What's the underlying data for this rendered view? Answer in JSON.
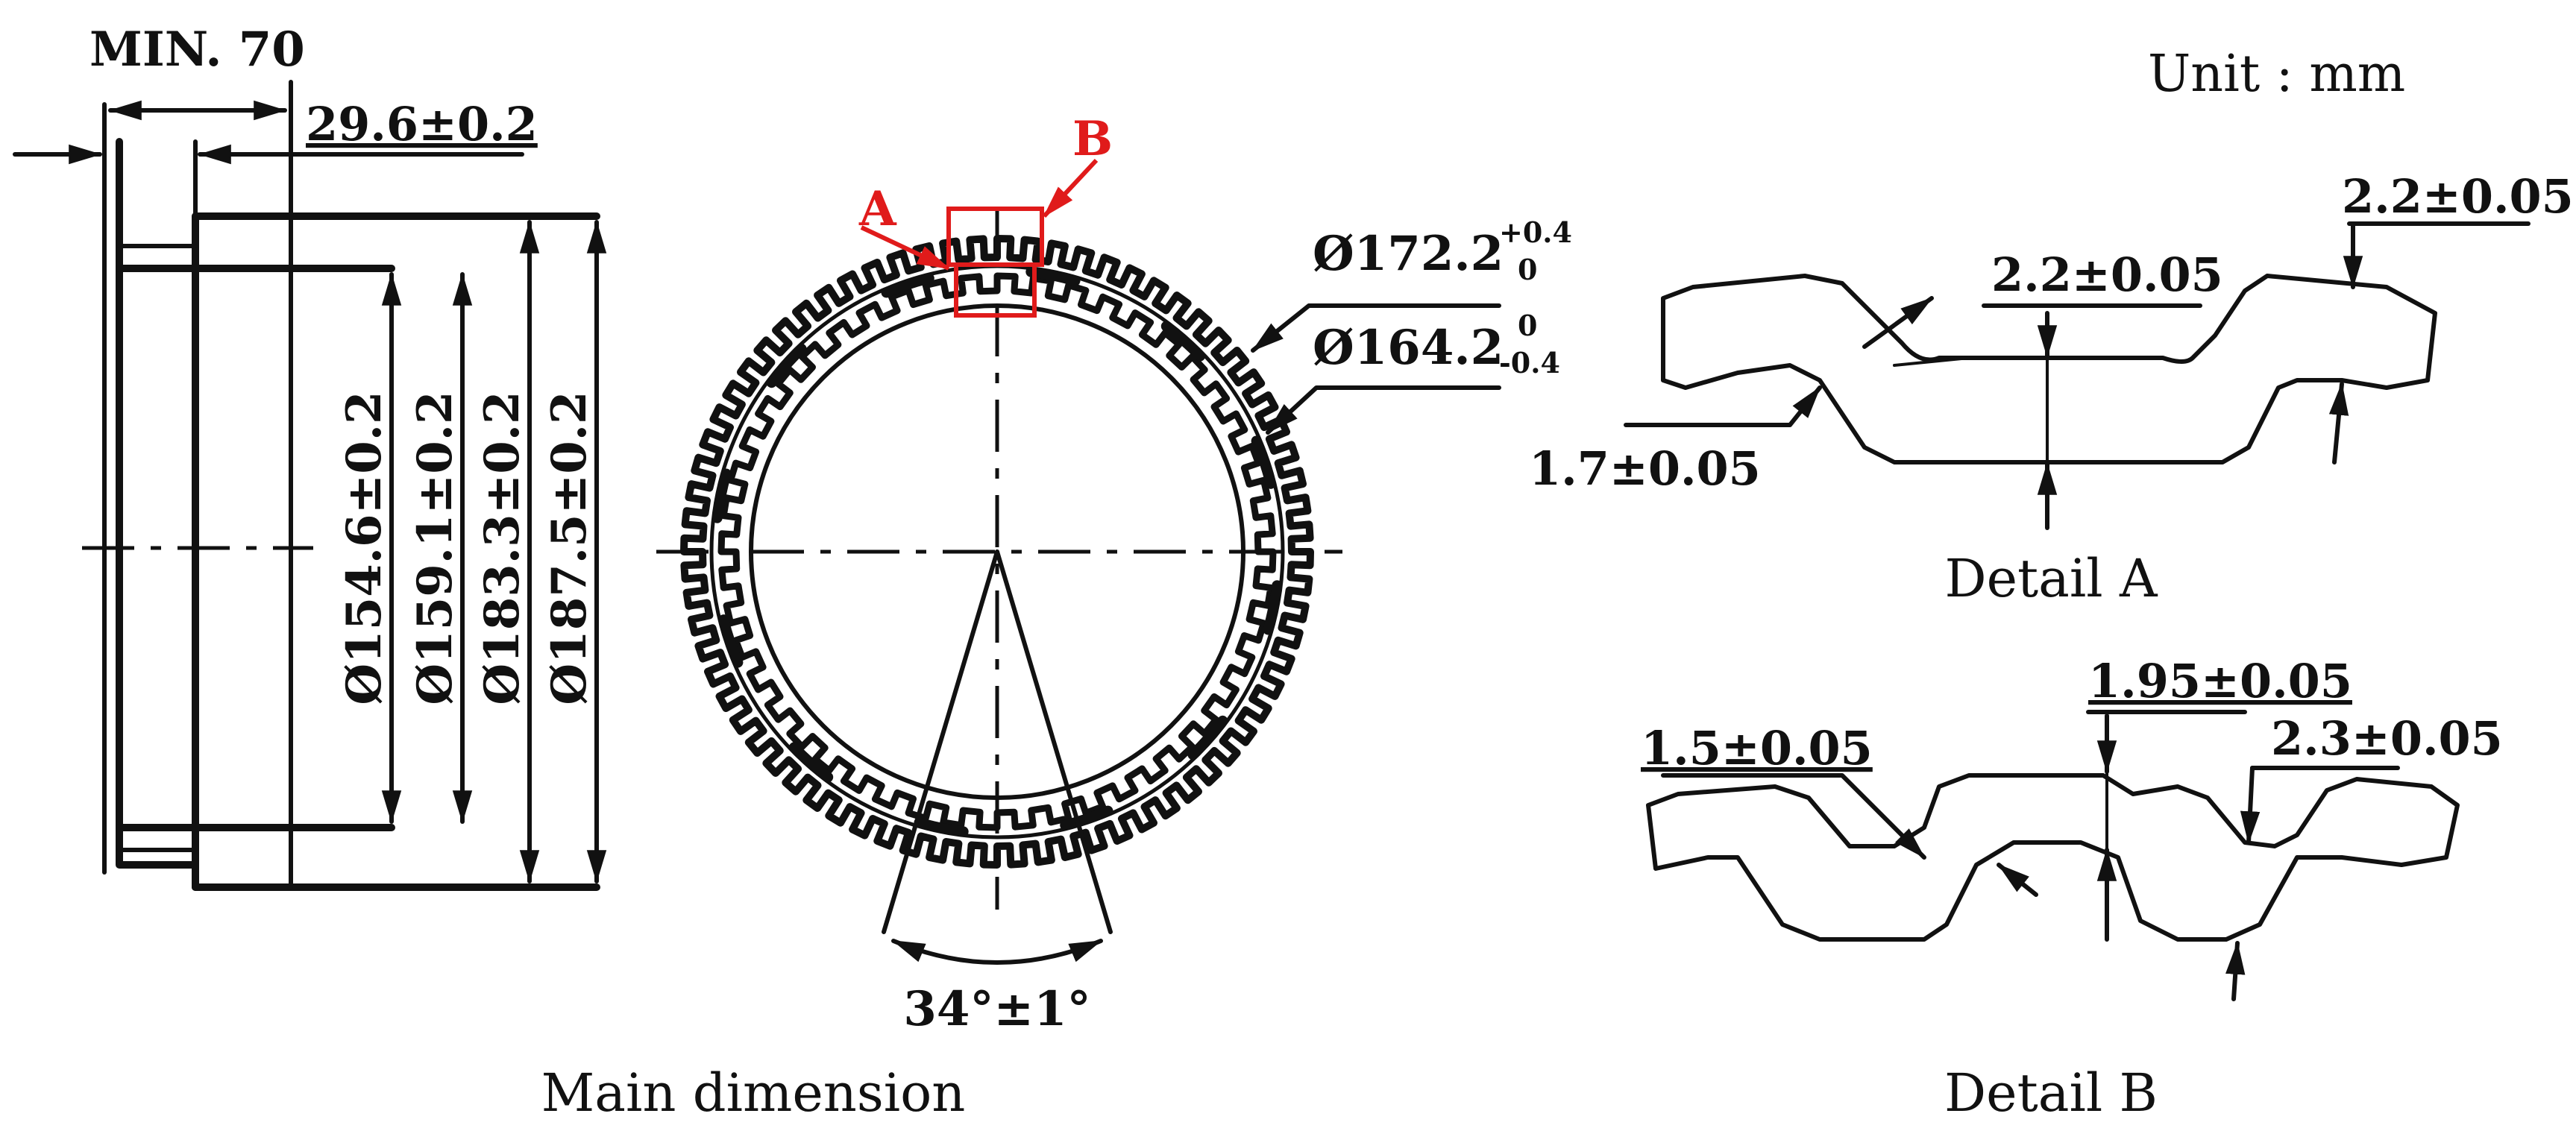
{
  "unit_label": "Unit : mm",
  "captions": {
    "main": "Main dimension",
    "detail_a": "Detail A",
    "detail_b": "Detail B"
  },
  "side_view": {
    "min_width": "MIN. 70",
    "offset": "29.6±0.2",
    "diameters": [
      "Ø154.6±0.2",
      "Ø159.1±0.2",
      "Ø183.3±0.2",
      "Ø187.5±0.2"
    ]
  },
  "front_view": {
    "outer_diameter": "Ø172.2",
    "outer_tol_upper": "+0.4",
    "outer_tol_lower": "0",
    "inner_diameter": "Ø164.2",
    "inner_tol_upper": "0",
    "inner_tol_lower": "-0.4",
    "angle": "34°±1°",
    "label_a": "A",
    "label_b": "B"
  },
  "detail_a": {
    "dim_right": "2.2±0.05",
    "dim_center": "2.2±0.05",
    "dim_left": "1.7±0.05"
  },
  "detail_b": {
    "dim_left": "1.5±0.05",
    "dim_center": "1.95±0.05",
    "dim_right": "2.3±0.05"
  },
  "colors": {
    "line": "#111111",
    "highlight": "#e01b1b"
  }
}
